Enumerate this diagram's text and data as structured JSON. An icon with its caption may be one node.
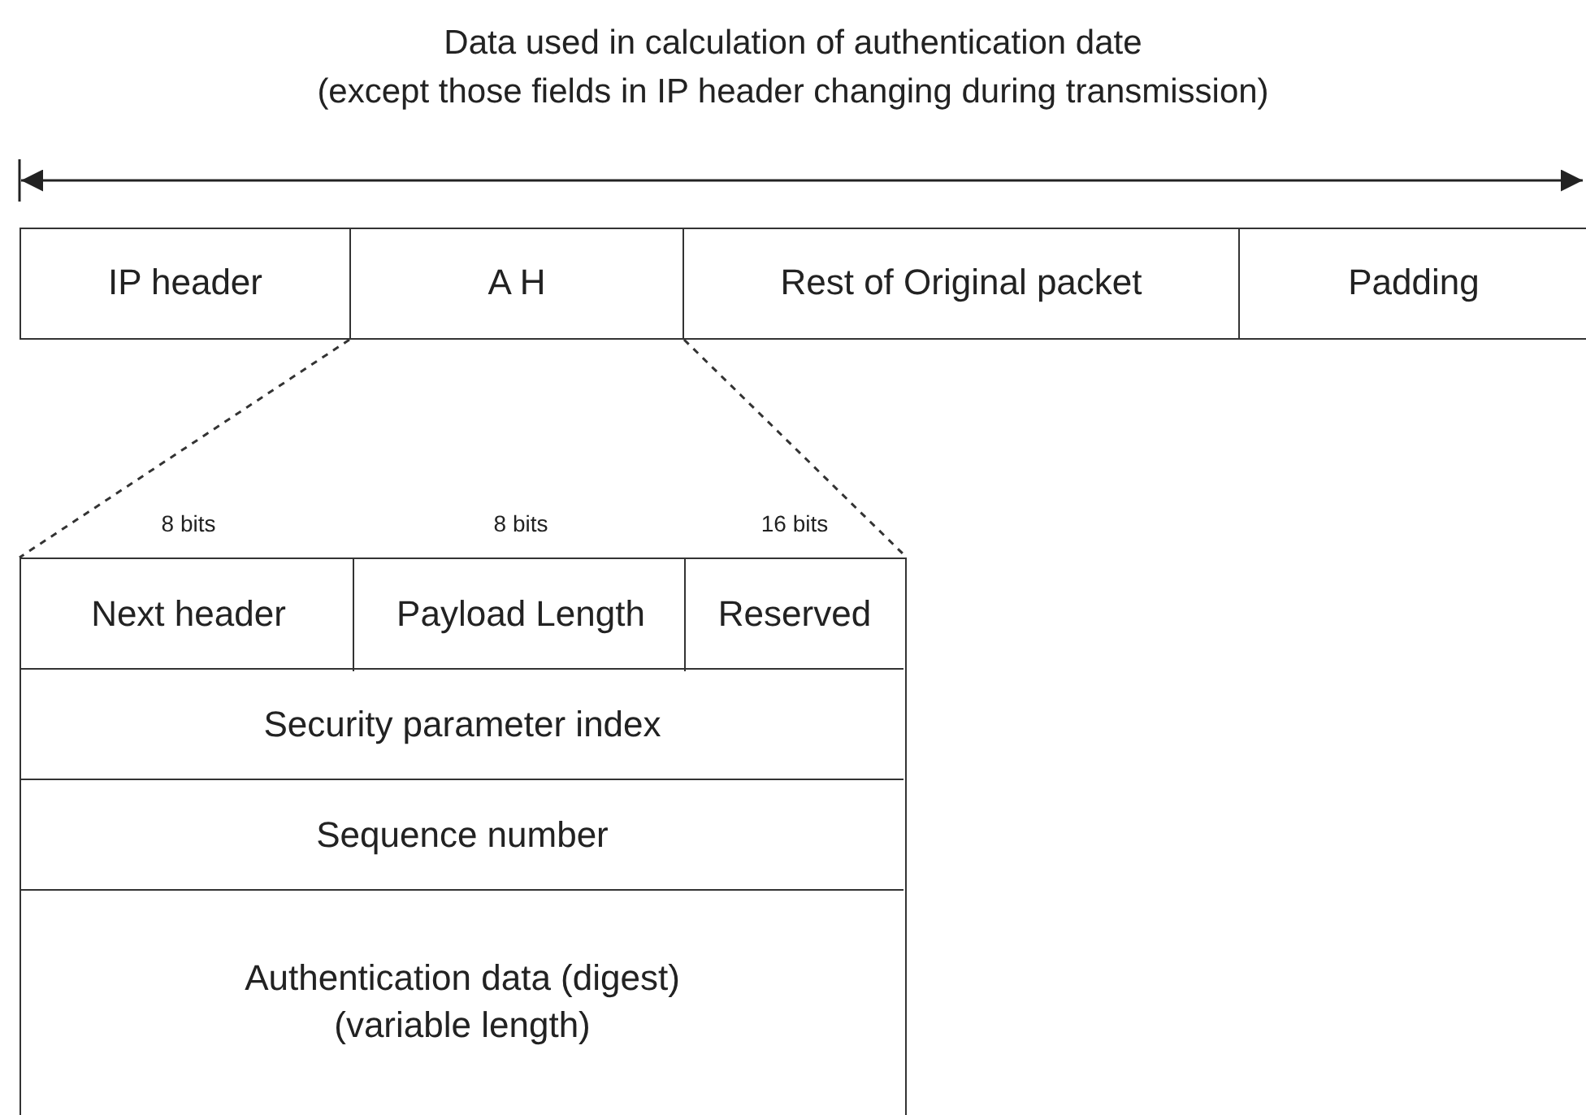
{
  "diagram": {
    "nodes": [
      {
        "text": [
          "IP header"
        ]
      },
      {
        "text": [
          "A H"
        ]
      },
      {
        "text": [
          "Rest of Original packet"
        ]
      },
      {
        "text": [
          "Padding"
        ]
      },
      {
        "text": [],
        "shape": "box"
      },
      {
        "text": [
          "Next header"
        ],
        "in": 4,
        "beside": [
          "8 bits"
        ]
      },
      {
        "text": [
          "Payload Length"
        ],
        "in": 4,
        "beside": [
          "8 bits"
        ]
      },
      {
        "text": [
          "Reserved"
        ],
        "in": 4,
        "beside": [
          "16 bits"
        ]
      },
      {
        "text": [
          "Security parameter index"
        ],
        "in": 4
      },
      {
        "text": [
          "Sequence number"
        ],
        "in": 4
      },
      {
        "text": [
          "Authentication data (digest)",
          "(variable length)"
        ],
        "in": 4
      }
    ],
    "edges": [
      {
        "from": 1,
        "to": 4,
        "arrow": "none",
        "style": "dashed"
      },
      {
        "from": 1,
        "to": 4,
        "arrow": "none",
        "style": "dashed"
      }
    ],
    "labels": [
      "Data used in calculation of authentication date",
      "(except those fields in IP header changing during transmission)"
    ]
  }
}
